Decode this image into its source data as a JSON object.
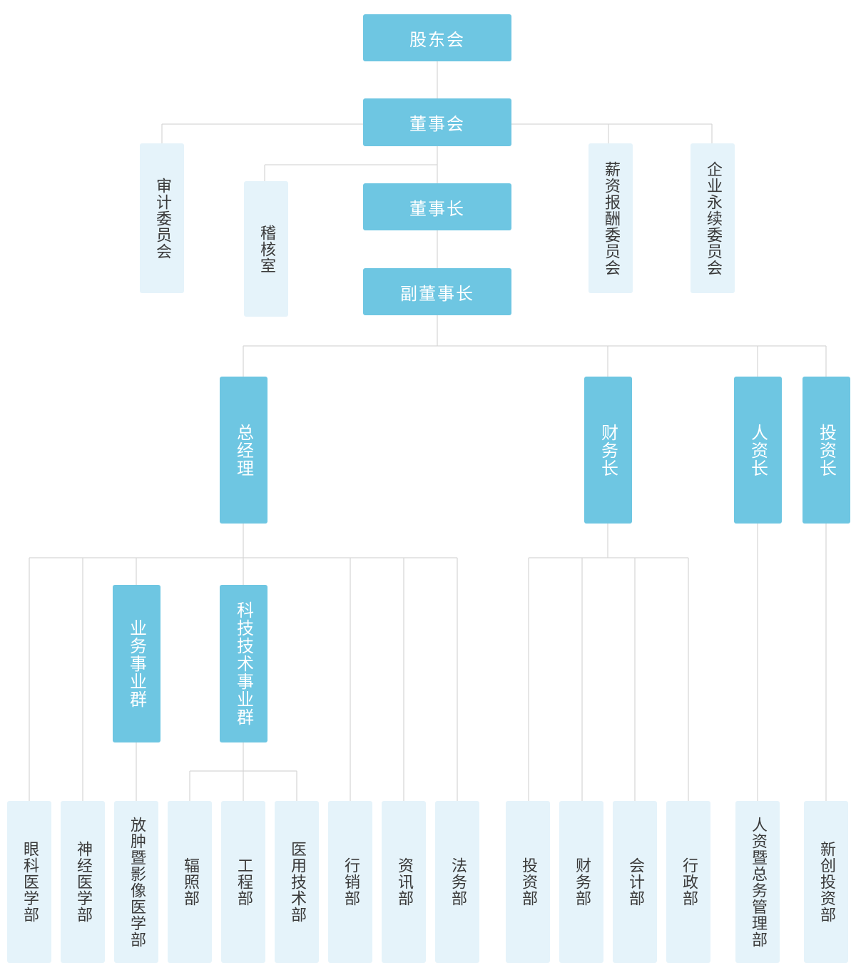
{
  "nodes": {
    "shareholders": "股东会",
    "board": "董事会",
    "audit_committee": "审计委员会",
    "audit_office": "稽核室",
    "chairman": "董事长",
    "vice_chairman": "副董事长",
    "compensation_committee": "薪资报酬委员会",
    "sustainability_committee": "企业永续委员会",
    "general_manager": "总经理",
    "cfo": "财务长",
    "hr_chief": "人资长",
    "investment_chief": "投资长",
    "business_group": "业务事业群",
    "tech_group": "科技技术事业群",
    "ophthalmology": "眼科医学部",
    "neurology": "神经医学部",
    "radiology_imaging": "放肿暨影像医学部",
    "radiation": "辐照部",
    "engineering": "工程部",
    "medical_tech": "医用技术部",
    "marketing": "行销部",
    "it": "资讯部",
    "legal": "法务部",
    "investment_dept": "投资部",
    "finance_dept": "财务部",
    "accounting": "会计部",
    "administration": "行政部",
    "hr_admin": "人资暨总务管理部",
    "new_venture": "新创投资部"
  },
  "colors": {
    "primary": "#6ec6e2",
    "secondary": "#e5f3fa",
    "connector": "#d6d6d6"
  }
}
